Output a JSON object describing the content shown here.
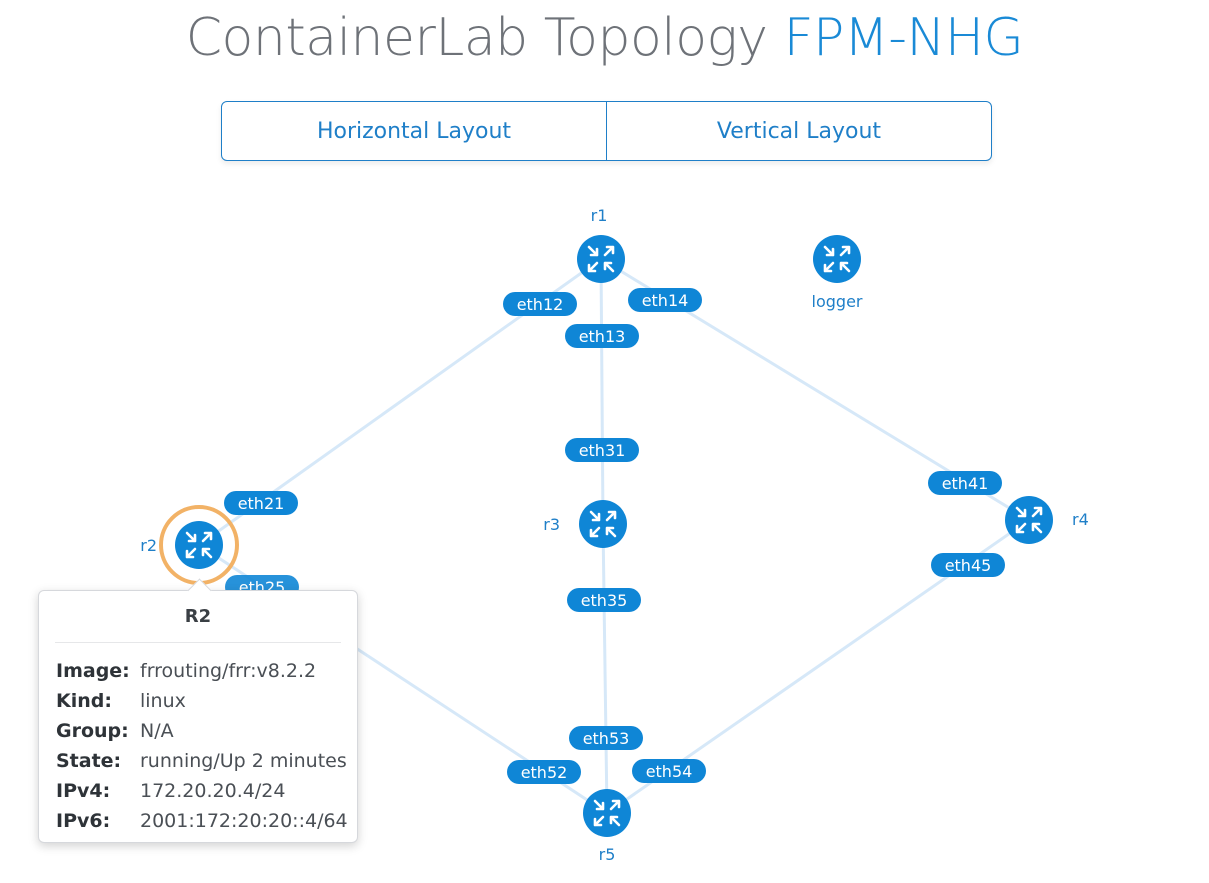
{
  "header": {
    "title_main": "ContainerLab Topology",
    "title_accent": "FPM-NHG"
  },
  "layout_buttons": {
    "horizontal": "Horizontal Layout",
    "vertical": "Vertical Layout"
  },
  "colors": {
    "accent": "#1a8ad6",
    "node_fill": "#0f86d6",
    "label_fill": "#0f86d6",
    "link": "#d6e8f8",
    "selection_ring": "#f2b266"
  },
  "topology": {
    "nodes": [
      {
        "id": "r1",
        "label": "r1",
        "icon": "router-icon"
      },
      {
        "id": "logger",
        "label": "logger",
        "icon": "router-icon"
      },
      {
        "id": "r2",
        "label": "r2",
        "icon": "router-icon",
        "selected": true
      },
      {
        "id": "r3",
        "label": "r3",
        "icon": "router-icon"
      },
      {
        "id": "r4",
        "label": "r4",
        "icon": "router-icon"
      },
      {
        "id": "r5",
        "label": "r5",
        "icon": "router-icon"
      }
    ],
    "links": [
      {
        "source": "r1",
        "target": "r2",
        "source_if": "eth12",
        "target_if": "eth21"
      },
      {
        "source": "r1",
        "target": "r3",
        "source_if": "eth13",
        "target_if": "eth31"
      },
      {
        "source": "r1",
        "target": "r4",
        "source_if": "eth14",
        "target_if": "eth41"
      },
      {
        "source": "r2",
        "target": "r5",
        "source_if": "eth25",
        "target_if": "eth52"
      },
      {
        "source": "r3",
        "target": "r5",
        "source_if": "eth35",
        "target_if": "eth53"
      },
      {
        "source": "r4",
        "target": "r5",
        "source_if": "eth45",
        "target_if": "eth54"
      }
    ]
  },
  "tooltip": {
    "title": "R2",
    "rows": [
      {
        "key": "Image:",
        "value": "frrouting/frr:v8.2.2"
      },
      {
        "key": "Kind:",
        "value": "linux"
      },
      {
        "key": "Group:",
        "value": "N/A"
      },
      {
        "key": "State:",
        "value": "running/Up 2 minutes"
      },
      {
        "key": "IPv4:",
        "value": "172.20.20.4/24"
      },
      {
        "key": "IPv6:",
        "value": "2001:172:20:20::4/64"
      }
    ]
  }
}
